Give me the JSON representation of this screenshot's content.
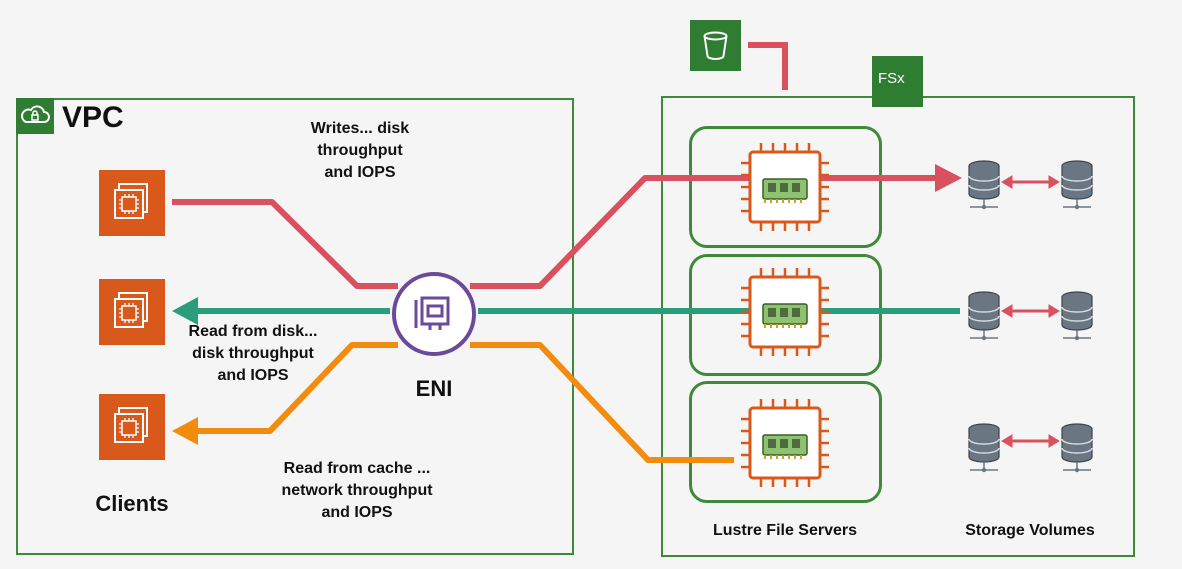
{
  "vpc": {
    "title": "VPC"
  },
  "fsx": {
    "badge_text": "FSx"
  },
  "clients": {
    "label": "Clients"
  },
  "eni": {
    "label": "ENI"
  },
  "flows": {
    "writes": [
      "Writes... disk",
      "throughput",
      "and IOPS"
    ],
    "read_disk": [
      "Read from disk...",
      "disk throughput",
      "and IOPS"
    ],
    "read_cache": [
      "Read from cache ...",
      "network throughput",
      "and IOPS"
    ]
  },
  "lustre": {
    "label": "Lustre File Servers"
  },
  "storage": {
    "label": "Storage Volumes"
  },
  "colors": {
    "write": "#d9505f",
    "read_disk": "#2a9d7a",
    "read_cache": "#f28c0f",
    "border": "#3f8a3a",
    "ec2": "#d9591c",
    "eni": "#6b4a9c",
    "db": "#6a7682"
  }
}
